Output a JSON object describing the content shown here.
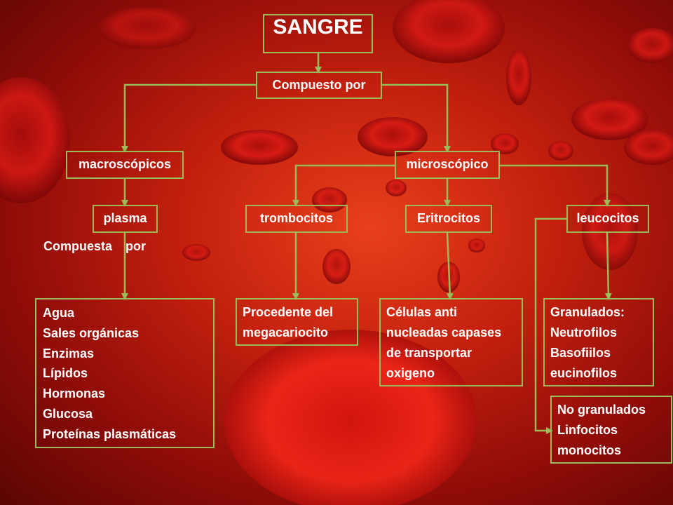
{
  "title": "SANGRE",
  "nodes": {
    "compuesto": "Compuesto por",
    "macroscopicos": "macroscópicos",
    "microscopico": "microscópico",
    "plasma": "plasma",
    "trombocitos": "trombocitos",
    "eritrocitos": "Eritrocitos",
    "leucocitos": "leucocitos"
  },
  "plasma_connector": [
    "Compuesta",
    "por"
  ],
  "details": {
    "plasma_components": [
      "Agua",
      "Sales orgánicas",
      "Enzimas",
      "Lípidos",
      "Hormonas",
      "Glucosa",
      "Proteínas plasmáticas"
    ],
    "trombocitos": [
      "Procedente del",
      "megacariocito"
    ],
    "eritrocitos": [
      "Células anti",
      "nucleadas capases",
      "de transportar",
      "oxigeno"
    ],
    "granulados": [
      "Granulados:",
      "Neutrofilos",
      "Basofiilos",
      "eucinofilos"
    ],
    "no_granulados": [
      "No granulados",
      "Linfocitos",
      "monocitos"
    ]
  },
  "colors": {
    "border": "#9bbb59",
    "text": "#ffffff",
    "background": "#c4200e"
  }
}
